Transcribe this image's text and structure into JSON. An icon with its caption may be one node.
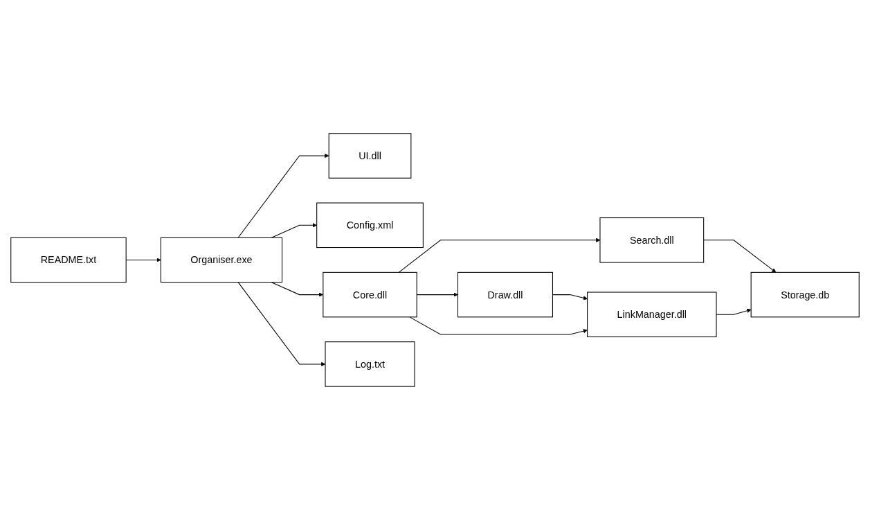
{
  "diagram": {
    "nodes": [
      {
        "text": [
          "UI.dll"
        ]
      },
      {
        "text": [
          "Draw.dll"
        ]
      },
      {
        "text": [
          "Config.xml"
        ]
      },
      {
        "text": [
          "Organiser.exe"
        ]
      },
      {
        "text": [
          "Core.dll"
        ]
      },
      {
        "text": [
          "LinkManager.dll"
        ]
      },
      {
        "text": [
          "README.txt"
        ]
      },
      {
        "text": [
          "Search.dll"
        ]
      },
      {
        "text": [
          "Storage.db"
        ]
      },
      {
        "text": [
          "Log.txt"
        ]
      }
    ],
    "edges": [
      {
        "from": 3,
        "to": 0,
        "arrow": "to"
      },
      {
        "from": 3,
        "to": 2,
        "arrow": "to"
      },
      {
        "from": 6,
        "to": 3,
        "arrow": "to"
      },
      {
        "from": 3,
        "to": 9,
        "arrow": "to"
      },
      {
        "from": 3,
        "to": 4,
        "arrow": "to"
      },
      {
        "from": 4,
        "to": 1,
        "arrow": "to"
      },
      {
        "from": 1,
        "to": 5,
        "arrow": "to"
      },
      {
        "from": 4,
        "to": 5,
        "arrow": "to"
      },
      {
        "from": 4,
        "to": 7,
        "arrow": "to"
      },
      {
        "from": 7,
        "to": 8,
        "arrow": "to"
      },
      {
        "from": 5,
        "to": 8,
        "arrow": "to"
      }
    ]
  }
}
